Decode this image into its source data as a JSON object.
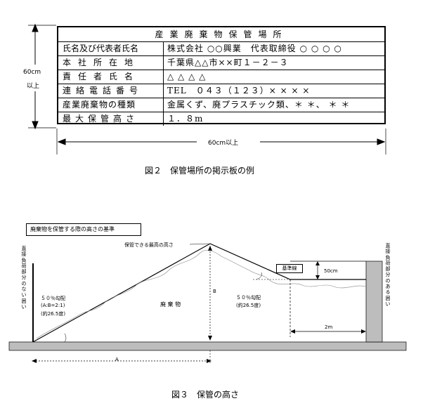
{
  "figure2": {
    "board_title": "産業廃棄物保管場所",
    "rows": [
      {
        "label": "氏名及び代表者氏名",
        "value": "株式会社 ○○興業　代表取締役 ○ ○ ○ ○"
      },
      {
        "label": "本社所在地",
        "value": "千葉県△△市××町１－２－３"
      },
      {
        "label": "責任者氏名",
        "value": "△ △ △ △"
      },
      {
        "label": "連絡電話番号",
        "value": "TEL　０４３（１２３）× × × ×"
      },
      {
        "label": "産業廃棄物の種類",
        "value": "金属くず、廃プラスチック類、＊ ＊、 ＊ ＊"
      },
      {
        "label": "最大保管高さ",
        "value": "１．８m"
      }
    ],
    "height_label_line1": "60cm",
    "height_label_line2": "以上",
    "width_label": "60cm以上",
    "caption": "図２　保管場所の掲示板の例"
  },
  "figure3": {
    "legend": "廃棄物を保管する際の高さの基準",
    "left_wall_label": "直接負荷部分のない囲い",
    "right_wall_label": "直接負荷部分のある囲い",
    "peak_label": "保管できる最高の高さ",
    "waste_label": "廃 棄 物",
    "left_slope_label_1": "５０％勾配",
    "left_slope_label_2": "(A:B=2:1)",
    "left_slope_label_3": "(約26.5度)",
    "right_slope_label_1": "５０％勾配",
    "right_slope_label_2": "(約26.5度)",
    "baseline_label": "基準線",
    "height_50_label": "50cm",
    "distance_label": "2m",
    "dim_a": "A",
    "dim_b": "B",
    "caption": "図３　保管の高さ"
  }
}
